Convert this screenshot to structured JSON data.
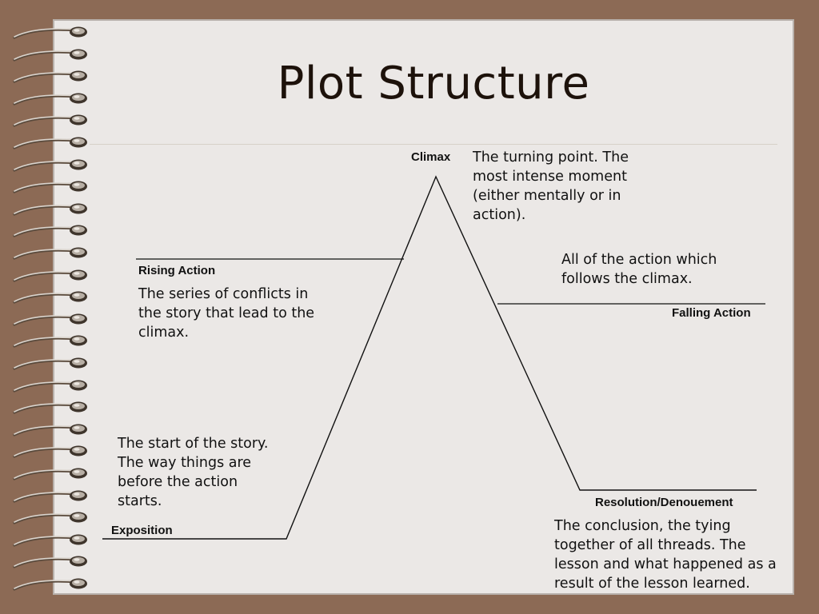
{
  "slide": {
    "title": "Plot Structure"
  },
  "labels": {
    "climax": "Climax",
    "rising_action": "Rising Action",
    "falling_action": "Falling Action",
    "resolution": "Resolution/Denouement",
    "exposition": "Exposition"
  },
  "descriptions": {
    "climax": [
      "The turning point. The",
      "most intense moment",
      "(either mentally or in",
      "action)."
    ],
    "rising_action": [
      "The series of conflicts in",
      "the story that lead to the",
      "climax."
    ],
    "falling_action": [
      "All of the action which",
      "follows the climax."
    ],
    "exposition": [
      "The start of the story.",
      "The way things are",
      "before the action",
      "starts."
    ],
    "resolution": [
      "The conclusion, the tying",
      "together of all threads. The",
      "lesson and what happened as a",
      "result of the lesson learned."
    ]
  },
  "colors": {
    "background": "#8c6a55",
    "page": "#ebe8e6",
    "line": "#111111"
  }
}
